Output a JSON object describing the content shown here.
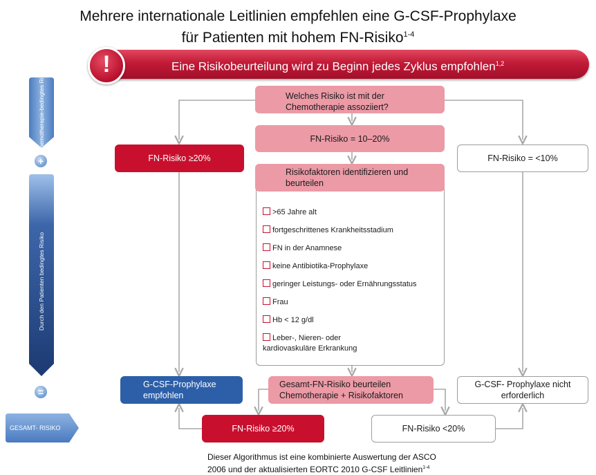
{
  "title": {
    "line1": "Mehrere internationale Leitlinien empfehlen eine G-CSF-Prophylaxe",
    "line2": "für Patienten mit hohem FN-Risiko",
    "line2_sup": "1-4"
  },
  "banner": {
    "icon": "exclamation-icon",
    "text": "Eine Risikobeurteilung wird zu Beginn jedes Zyklus empfohlen",
    "text_sup": "1,2"
  },
  "sidebar": {
    "chemo_label": "Chemotherapie-bedingtes Risiko",
    "plus": "+",
    "patient_label": "Durch den Patienten bedingtes Risiko",
    "equals": "=",
    "total_label": "GESAMT- RISIKO"
  },
  "flow": {
    "question": "Welches Risiko ist mit der Chemotherapie assoziiert?",
    "high": "FN-Risiko ≥20%",
    "mid": "FN-Risiko = 10–20%",
    "low": "FN-Risiko = <10%",
    "identify": "Risikofaktoren identifizieren und beurteilen",
    "risk_factors": [
      ">65 Jahre alt",
      "fortgeschrittenes Krankheitsstadium",
      "FN in der Anamnese",
      "keine Antibiotika-Prophylaxe",
      "geringer Leistungs- oder Ernährungsstatus",
      "Frau",
      "Hb < 12 g/dl",
      "Leber-, Nieren- oder kardiovaskuläre Erkrankung"
    ],
    "gcsf_recommended": "G-CSF-Prophylaxe empfohlen",
    "overall_assess": "Gesamt-FN-Risiko beurteilen Chemotherapie + Risikofaktoren",
    "gcsf_not_needed": "G-CSF- Prophylaxe nicht erforderlich",
    "overall_high": "FN-Risiko ≥20%",
    "overall_low": "FN-Risiko <20%"
  },
  "footnote": {
    "line1": "Dieser Algorithmus ist eine kombinierte Auswertung der ASCO",
    "line2": "2006 und der aktualisierten EORTC 2010 G-CSF Leitlinien",
    "line2_sup": "1-4"
  },
  "colors": {
    "red": "#c8102e",
    "pink": "#eb9aa6",
    "blue": "#2d5fa8",
    "sidebar_blue": "#6f9bd0",
    "connector": "#a8a8a8"
  }
}
